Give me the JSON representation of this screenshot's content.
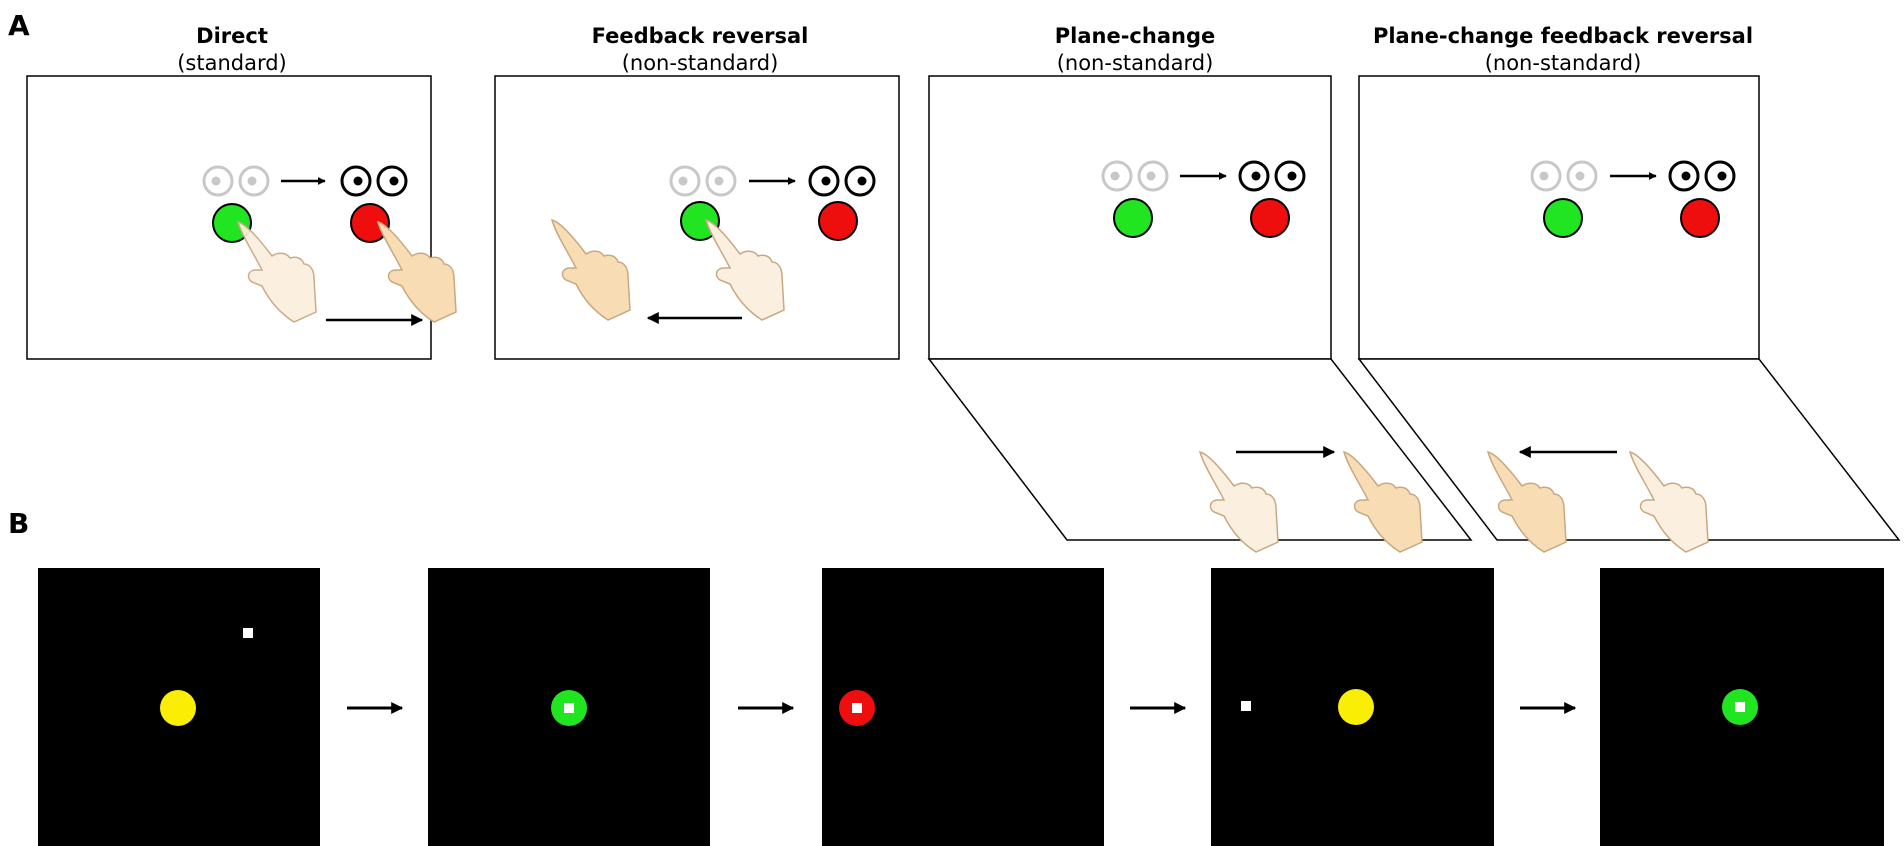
{
  "panel_a": {
    "letter": "A",
    "conditions": [
      {
        "title": "Direct",
        "subtitle": "(standard)"
      },
      {
        "title": "Feedback reversal",
        "subtitle": "(non-standard)"
      },
      {
        "title": "Plane-change",
        "subtitle": "(non-standard)"
      },
      {
        "title": "Plane-change feedback reversal",
        "subtitle": "(non-standard)"
      }
    ]
  },
  "panel_b": {
    "letter": "B",
    "frames": [
      {
        "target_color": "yellow",
        "cursor": "top-right"
      },
      {
        "target_color": "green",
        "cursor": "in-target"
      },
      {
        "target_color": "red",
        "cursor": "in-target"
      },
      {
        "target_color": "yellow",
        "cursor": "left"
      },
      {
        "target_color": "green",
        "cursor": "in-target"
      }
    ]
  },
  "colors": {
    "green": "#22e522",
    "red": "#ee0e0e",
    "yellow": "#fbee05",
    "skin": "#f7dcb4",
    "skin_faded": "#fbefdf",
    "screen_bg": "#000000"
  }
}
